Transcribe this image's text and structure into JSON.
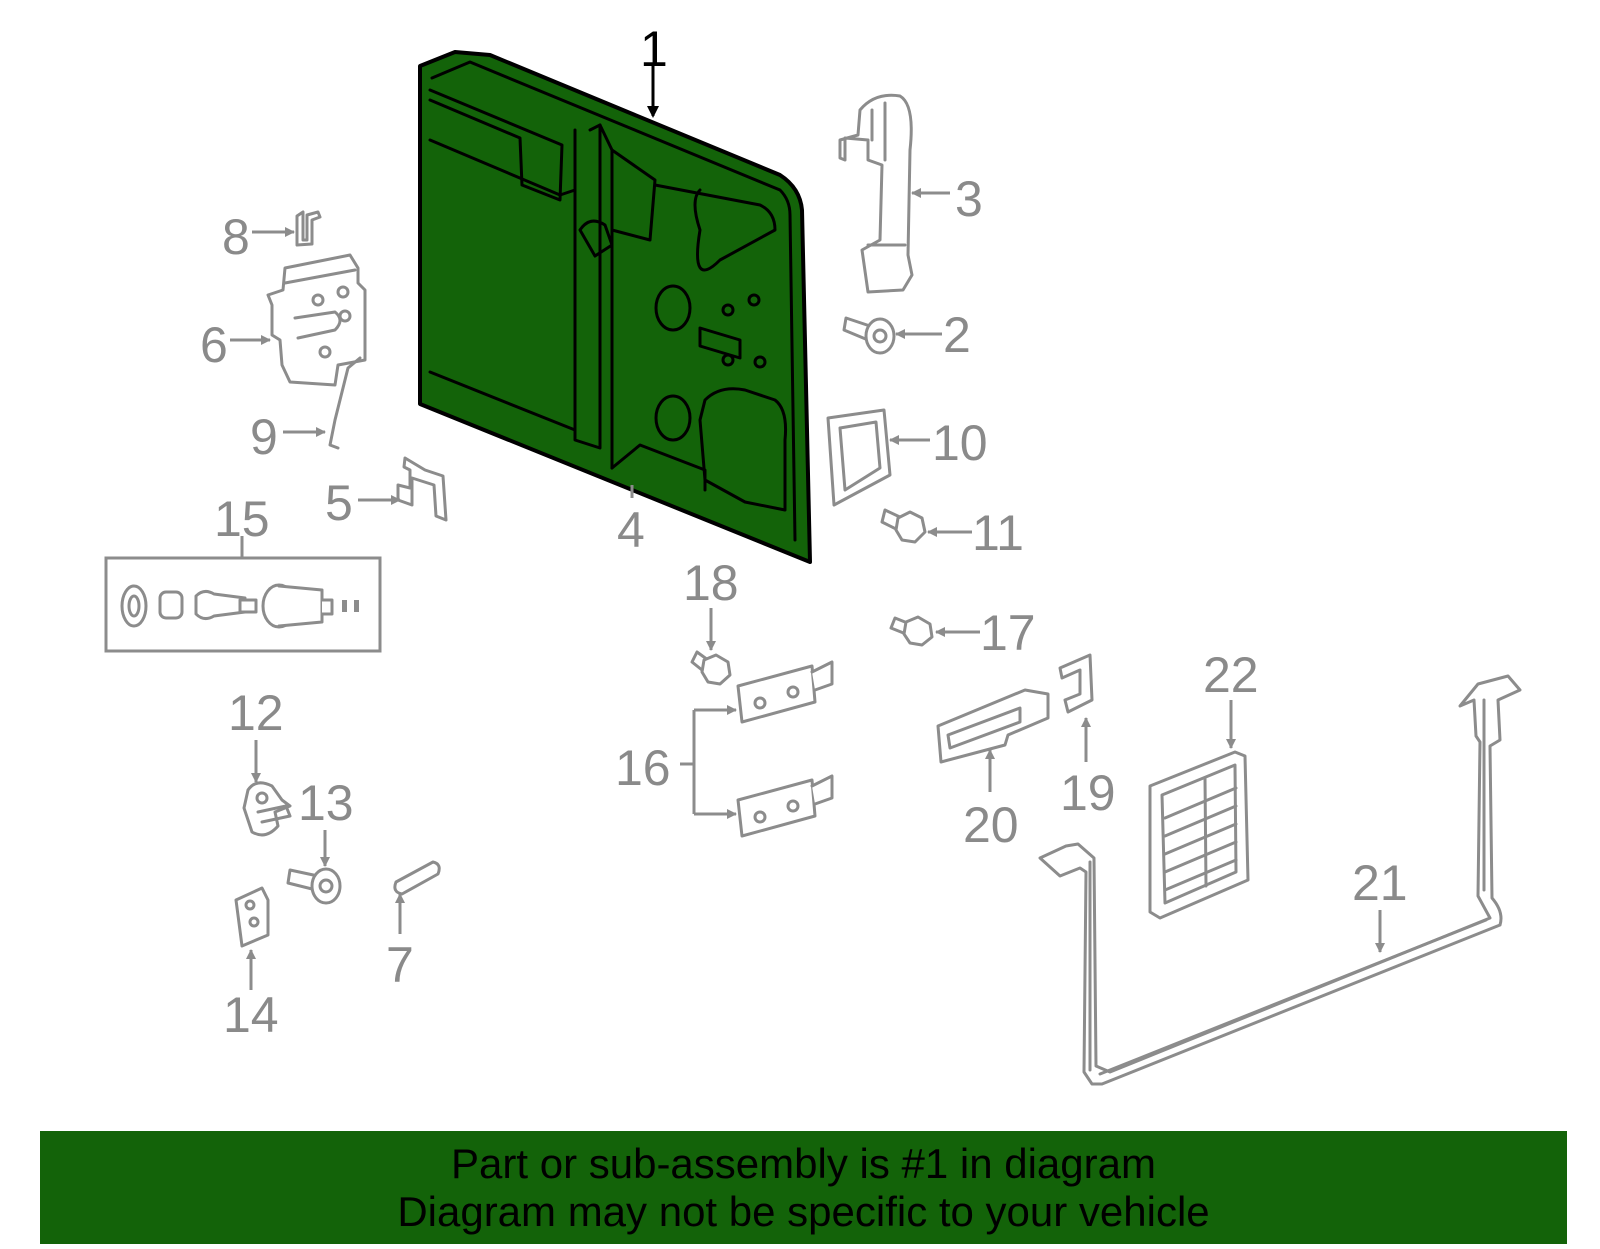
{
  "colors": {
    "highlight": "#136309",
    "outline": "#000000",
    "part_stroke": "#8c8c8c",
    "callout_text": "#8a8a8a",
    "background": "#ffffff"
  },
  "callouts": {
    "c1": "1",
    "c2": "2",
    "c3": "3",
    "c4": "4",
    "c5": "5",
    "c6": "6",
    "c7": "7",
    "c8": "8",
    "c9": "9",
    "c10": "10",
    "c11": "11",
    "c12": "12",
    "c13": "13",
    "c14": "14",
    "c15": "15",
    "c16": "16",
    "c17": "17",
    "c18": "18",
    "c19": "19",
    "c20": "20",
    "c21": "21",
    "c22": "22"
  },
  "banner": {
    "line1": "Part or sub-assembly is #1 in diagram",
    "line2": "Diagram may not be specific to your vehicle"
  }
}
